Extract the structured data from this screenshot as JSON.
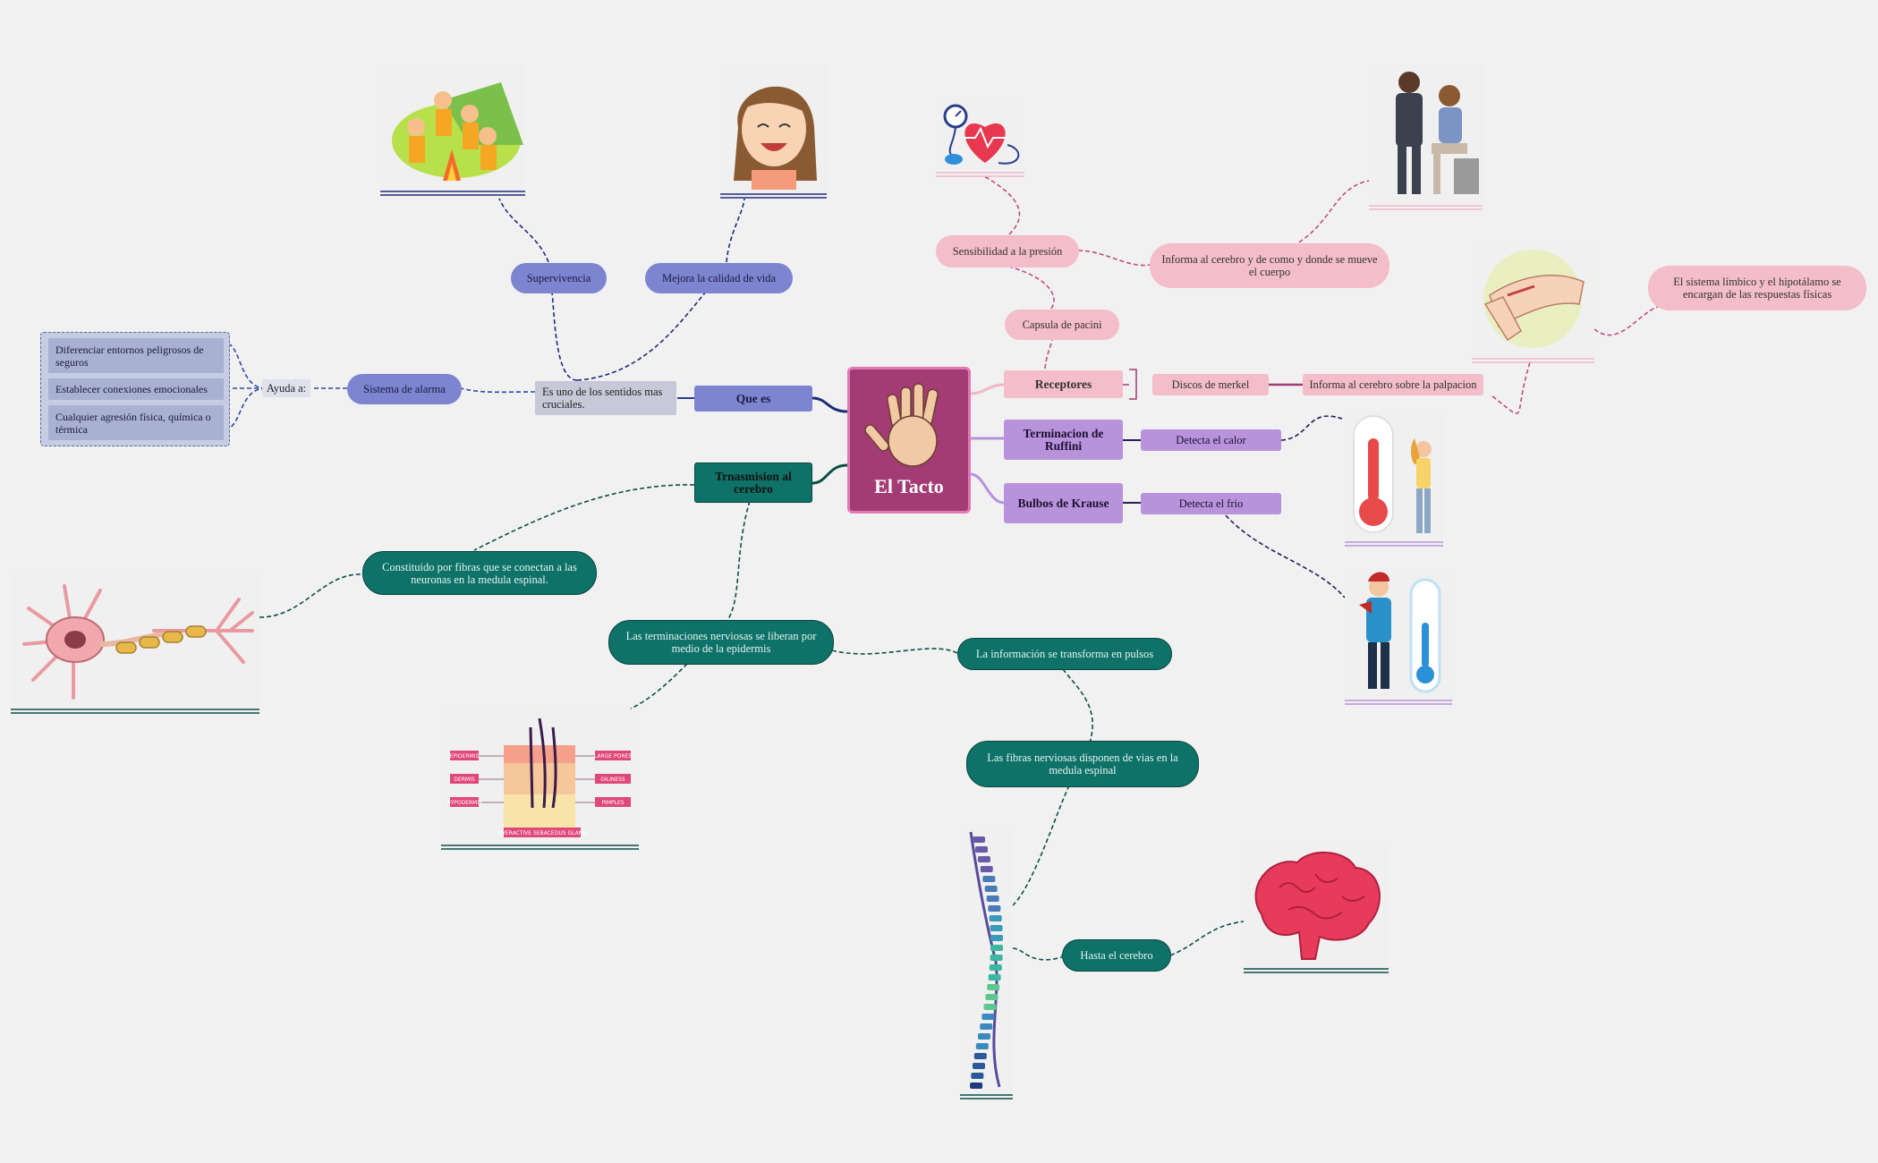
{
  "center": {
    "title": "El Tacto"
  },
  "left": {
    "que_es": "Que es",
    "es_uno": "Es uno de los sentidos mas cruciales.",
    "supervivencia": "Supervivencia",
    "mejora": "Mejora la calidad de vida",
    "sistema_alarma": "Sistema de alarma",
    "ayuda": "Ayuda a:",
    "group_items": [
      "Diferenciar entornos peligrosos de seguros",
      "Establecer conexiones emocionales",
      "Cualquier agresión física, química o térmica"
    ],
    "transmision": "Trnasmision al cerebro",
    "constituido": "Constituido por fibras que se conectan a las neuronas en la medula espinal.",
    "terminaciones": "Las terminaciones nerviosas se liberan por medio de la epidermis",
    "informacion": "La información se transforma en pulsos",
    "fibras": "Las fibras nerviosas disponen de vias en la medula espinal",
    "hasta": "Hasta el cerebro"
  },
  "right": {
    "receptores": "Receptores",
    "capsula": "Capsula de pacini",
    "sensibilidad": "Sensibilidad a la presión",
    "informa_cuerpo": "Informa al cerebro y de como y donde se mueve el cuerpo",
    "discos": "Discos de merkel",
    "informa_palpacion": "Informa al cerebro sobre la palpacion",
    "limbico": "El sistema límbico y el hipotálamo se encargan de las respuestas físicas",
    "ruffini": "Terminacion de Ruffini",
    "calor": "Detecta el calor",
    "krause": "Bulbos de Krause",
    "frio": "Detecta el frio"
  },
  "skin_labels": {
    "epidermis": "EPIDERMIS",
    "dermis": "DERMIS",
    "hypodermis": "HYPODERMIS",
    "large_pores": "LARGE PORES",
    "oiliness": "OILINESS",
    "pimples": "PIMPLES",
    "gland": "OVERACTIVE SEBACEOUS GLAND"
  },
  "colors": {
    "blue": "#7d84d0",
    "teal": "#0e7268",
    "pink": "#f3bdc9",
    "purple": "#b893dc",
    "center": "#a33b74"
  }
}
